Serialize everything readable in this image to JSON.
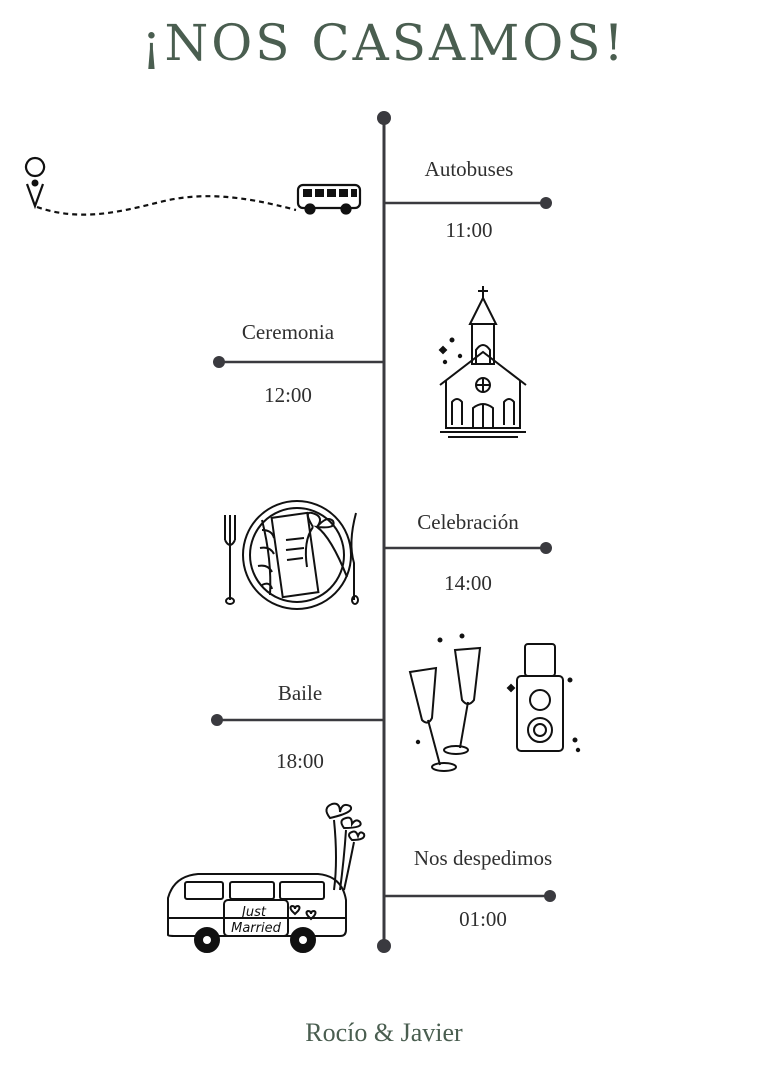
{
  "header": {
    "title": "¡NOS CASAMOS!"
  },
  "timeline": [
    {
      "label": "Autobuses",
      "time": "11:00",
      "side": "right",
      "icon": "bus-route-icon"
    },
    {
      "label": "Ceremonia",
      "time": "12:00",
      "side": "left",
      "icon": "church-icon"
    },
    {
      "label": "Celebración",
      "time": "14:00",
      "side": "right",
      "icon": "place-setting-icon"
    },
    {
      "label": "Baile",
      "time": "18:00",
      "side": "left",
      "icon": "champagne-camera-icon"
    },
    {
      "label": "Nos despedimos",
      "time": "01:00",
      "side": "right",
      "icon": "just-married-van-icon"
    }
  ],
  "van_text": {
    "line1": "Just",
    "line2": "Married"
  },
  "footer": {
    "names": "Rocío & Javier"
  },
  "colors": {
    "accent": "#4a5e50",
    "line": "#3a3a3f"
  }
}
